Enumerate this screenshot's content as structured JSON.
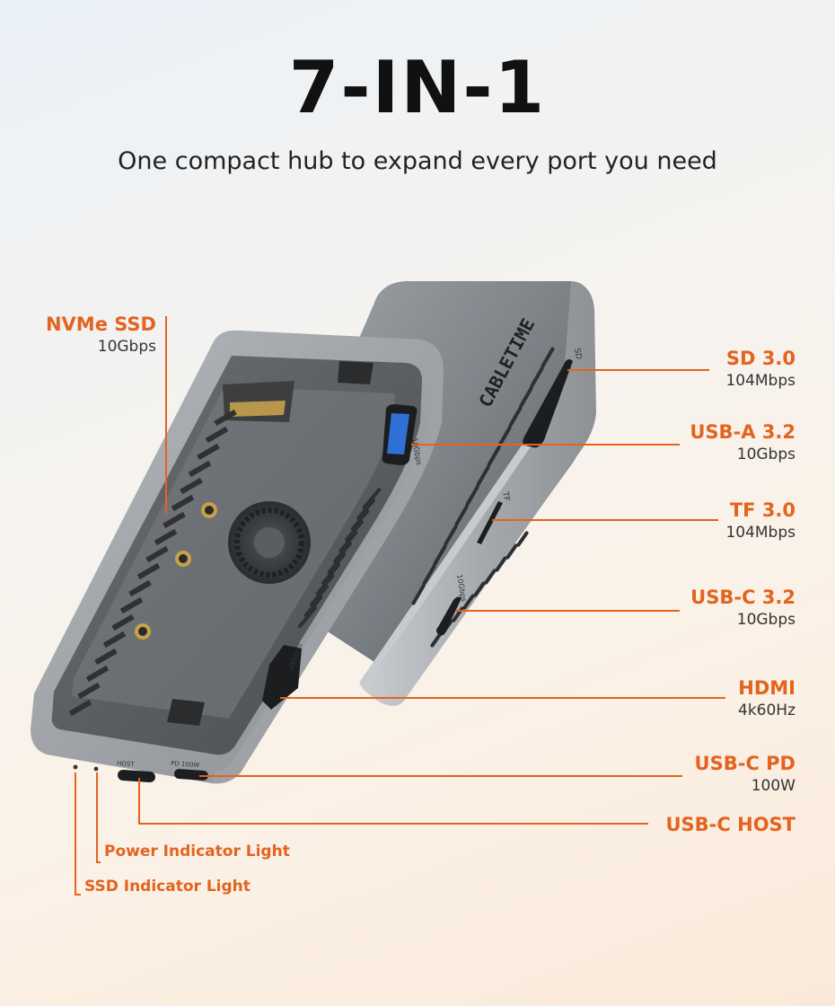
{
  "header": {
    "title": "7-IN-1",
    "subtitle": "One compact hub to expand every port you need"
  },
  "accent_color": "#e3631f",
  "device": {
    "brand_text": "CABLETIME",
    "port_prints": {
      "sd": "SD",
      "tf": "TF",
      "usba_speed": "10Gbps",
      "usbc_speed": "10Gbps",
      "hdmi": "4K60Hz",
      "host": "HOST",
      "pd": "PD 100W"
    }
  },
  "ports": {
    "nvme": {
      "name": "NVMe SSD",
      "spec": "10Gbps"
    },
    "sd": {
      "name": "SD 3.0",
      "spec": "104Mbps"
    },
    "usba": {
      "name": "USB-A 3.2",
      "spec": "10Gbps"
    },
    "tf": {
      "name": "TF 3.0",
      "spec": "104Mbps"
    },
    "usbc": {
      "name": "USB-C 3.2",
      "spec": "10Gbps"
    },
    "hdmi": {
      "name": "HDMI",
      "spec": "4k60Hz"
    },
    "pd": {
      "name": "USB-C PD",
      "spec": "100W"
    },
    "host": {
      "name": "USB-C HOST"
    },
    "power_light": {
      "name": "Power Indicator Light"
    },
    "ssd_light": {
      "name": "SSD Indicator Light"
    }
  }
}
